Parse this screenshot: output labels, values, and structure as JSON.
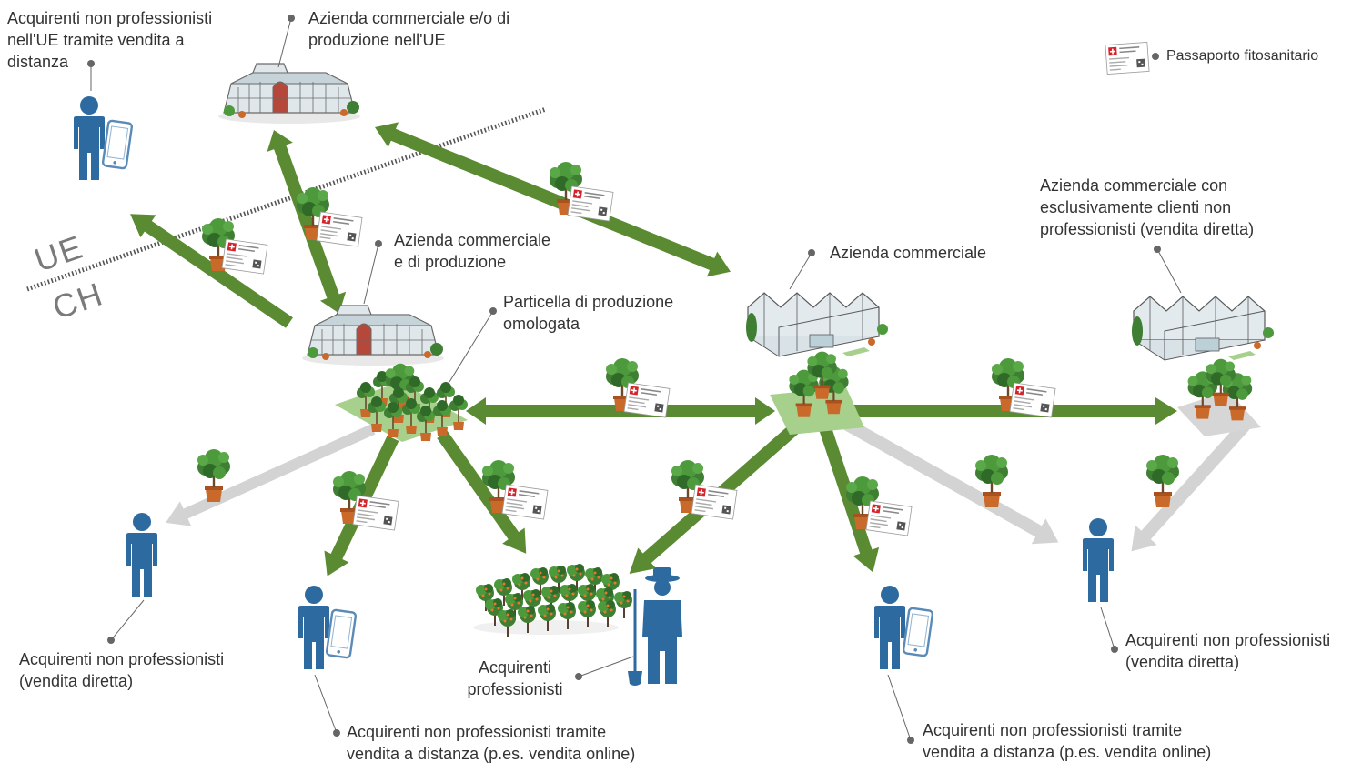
{
  "labels": {
    "eu_buyers_remote": "Acquirenti non professionisti\nnell'UE tramite vendita a\ndistanza",
    "eu_company": "Azienda commerciale e/o di\nproduzione nell'UE",
    "legend_passport": "Passaporto fitosanitario",
    "ch_trade_production": "Azienda commerciale\ne di produzione",
    "production_plot": "Particella di produzione\nomologata",
    "trade_company": "Azienda commerciale",
    "retail_company": "Azienda commerciale con\nesclusivamente clienti non\nprofessionisti (vendita diretta)",
    "direct_buyers_left": "Acquirenti non professionisti\n(vendita diretta)",
    "remote_buyers_left": "Acquirenti non professionisti tramite\nvendita a distanza (p.es. vendita online)",
    "professional_buyers": "Acquirenti\nprofessionisti",
    "remote_buyers_right": "Acquirenti non professionisti tramite\nvendita a distanza (p.es. vendita online)",
    "direct_buyers_right": "Acquirenti non professionisti\n(vendita diretta)"
  },
  "regions": {
    "eu": "UE",
    "ch": "CH"
  },
  "colors": {
    "arrow_passport": "#5a8a32",
    "arrow_no_passport": "#d3d3d3",
    "person": "#2d6aa0",
    "plot": "#a8d08d",
    "plot_grey": "#d6d6d6",
    "leader": "#666666",
    "pot": "#c96a2b"
  },
  "icons": {
    "person": "person-icon",
    "phone": "smartphone-icon",
    "greenhouse": "greenhouse-icon",
    "tree": "potted-tree-icon",
    "passport": "plant-passport-icon",
    "orchard": "orchard-icon",
    "farmer": "farmer-icon"
  }
}
